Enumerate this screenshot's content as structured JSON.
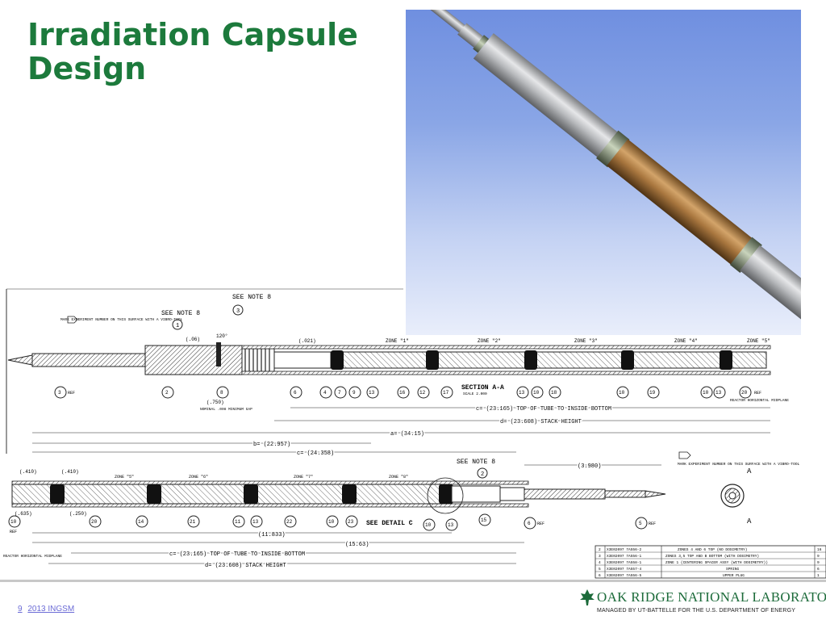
{
  "slide": {
    "title_line1": "Irradiation Capsule",
    "title_line2": "Design",
    "page_number": "9",
    "footer_text": "2013 INGSM"
  },
  "logo": {
    "name": "OAK RIDGE NATIONAL LABORATORY",
    "subtitle": "MANAGED BY UT-BATTELLE FOR THE U.S. DEPARTMENT OF ENERGY"
  },
  "drawing": {
    "notes": [
      "SEE NOTE 8",
      "SEE NOTE 8",
      "SEE NOTE 8"
    ],
    "marking_note_1": "MARK EXPERIMENT NUMBER ON THIS SURFACE WITH A VIBRO-TOOL",
    "marking_note_2": "MARK EXPERIMENT NUMBER ON THIS SURFACE WITH A VIBRO-TOOL",
    "zones_top": [
      "ZONE \"1\"",
      "ZONE \"2\"",
      "ZONE \"3\"",
      "ZONE \"4\"",
      "ZONE \"5\""
    ],
    "zones_bottom": [
      "ZONE \"5\"",
      "ZONE \"6\"",
      "ZONE \"7\"",
      "ZONE \"8\""
    ],
    "section_label": "SECTION A-A",
    "section_scale": "SCALE 2.000",
    "detail_label": "SEE DETAIL C",
    "dims": {
      "c_top": "c= (23.165) TOP OF TUBE TO INSIDE BOTTOM",
      "d_top": "d= (23.608) STACK HEIGHT",
      "a": "a= (34.15)",
      "b": "b= (22.957)",
      "c2": "c= (24.358)",
      "e": "(3.980)",
      "f": "(11.833)",
      "g": "(15.63)",
      "c_bot": "c= (23.165) TOP OF TUBE TO INSIDE BOTTOM",
      "d_bot": "d= (23.608) STACK HEIGHT",
      "d1": "(.06)",
      "d2": "(.021)",
      "d3": "(.750)",
      "d4": "(.410)",
      "d5": "(.410)",
      "d6": "(.250)",
      "d7": "(.635)",
      "angle": "120°"
    },
    "gap_note": "NOMINAL .008 MINIMUM GAP",
    "midplane_top": "REACTOR HORIZONTAL MIDPLANE",
    "midplane_bot": "REACTOR HORIZONTAL MIDPLANE",
    "ref": "REF",
    "section_arrow_top": "A",
    "section_arrow_bot": "A",
    "balloons_top": [
      "3",
      "2",
      "8",
      "6",
      "4",
      "7",
      "9",
      "13",
      "16",
      "12",
      "17",
      "13",
      "10",
      "18",
      "10",
      "19",
      "10",
      "13",
      "20"
    ],
    "balloons_bot": [
      "10",
      "20",
      "14",
      "21",
      "11",
      "13",
      "22",
      "10",
      "23",
      "10",
      "13",
      "15",
      "6",
      "5"
    ],
    "balloon_note_top": [
      "1",
      "3"
    ],
    "balloon_note_bot": [
      "2"
    ],
    "bom": [
      {
        "item": "2",
        "part": "X3E02097 7A556-2",
        "desc": "ZONES 4 AND 6 TOP (NO DOSIMETRY)",
        "qty": "16"
      },
      {
        "item": "3",
        "part": "X3E02097 7A556-1",
        "desc": "ZONES 3,5 TOP AND B BOTTOM (WITH DOSIMETRY)",
        "qty": "9"
      },
      {
        "item": "4",
        "part": "X3E02097 7A558-1",
        "desc": "ZONE 1 (CENTERING SPACER ASSY (WITH DOSIMETRY))",
        "qty": "9"
      },
      {
        "item": "5",
        "part": "X3E02097 7A557-4",
        "desc": "SPRING",
        "qty": "6"
      },
      {
        "item": "6",
        "part": "X3E02097 7A556-5",
        "desc": "UPPER PLUG",
        "qty": "1"
      }
    ]
  }
}
